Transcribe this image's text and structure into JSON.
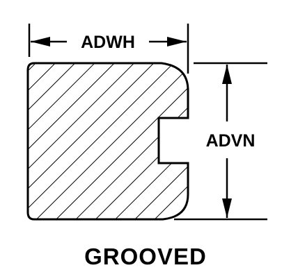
{
  "diagram": {
    "width_dimension_label": "ADWH",
    "height_dimension_label": "ADVN",
    "caption": "GROOVED",
    "colors": {
      "line": "#000000",
      "background": "#ffffff"
    }
  }
}
